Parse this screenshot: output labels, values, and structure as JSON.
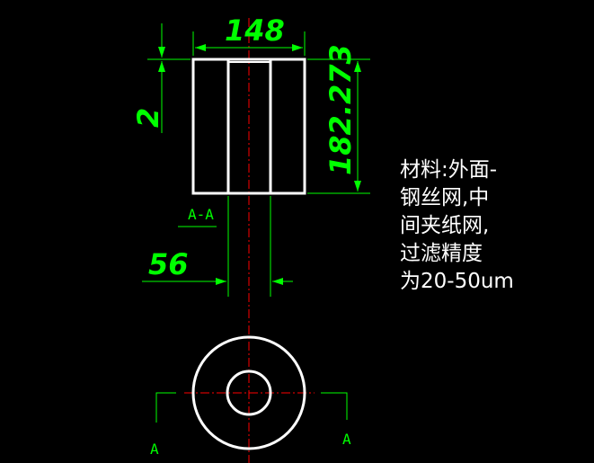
{
  "dimensions": {
    "width_top": "148",
    "gap_small": "2",
    "height_right": "182.273",
    "bore": "56"
  },
  "section_label": "A-A",
  "cut_markers": {
    "left": "A",
    "right": "A"
  },
  "note_lines": [
    "材料:外面-",
    "钢丝网,中",
    "间夹纸网,",
    "过滤精度",
    "为20-50um"
  ],
  "colors": {
    "background": "#000000",
    "outline": "#ffffff",
    "dimension": "#00ff00",
    "centerline": "#ff0000"
  }
}
